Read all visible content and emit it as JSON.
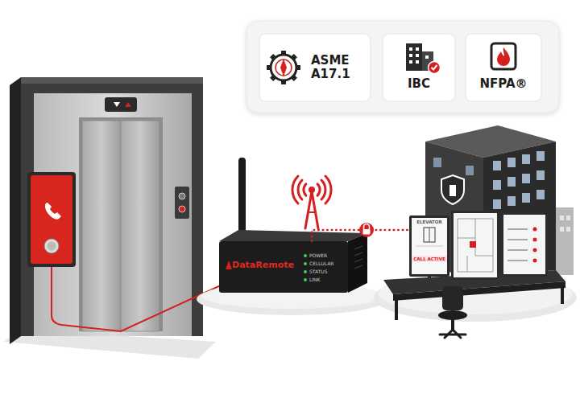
{
  "diagram": {
    "nodes": [
      {
        "text": [
          "ASME A17.1"
        ]
      },
      {
        "text": [
          "IBC"
        ]
      },
      {
        "text": [
          "NFPA®"
        ]
      },
      {
        "text": [
          "DataRemote",
          "POWER",
          "CELLULAR",
          "STATUS",
          "LINK"
        ]
      },
      {
        "text": [
          "ELEVATOR",
          "CALL ACTIVE"
        ]
      }
    ],
    "edges": [
      {
        "from": 3,
        "to": 4,
        "arrow": "none"
      }
    ]
  }
}
